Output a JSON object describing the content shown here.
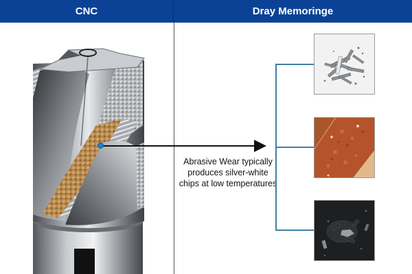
{
  "header": {
    "left_title": "CNC",
    "right_title": "Dray Memoringe"
  },
  "colors": {
    "header_bg": "#0b4296",
    "header_text": "#ffffff",
    "bracket": "#3f7fa6",
    "callout_dot": "#1e7fd0"
  },
  "left_panel": {
    "image": "cnc-end-mill-tool",
    "wear_marker": "blue-dot"
  },
  "callout": {
    "lines": [
      "Abrasive Wear typically",
      "produces silver-white",
      "chips at low temperatures"
    ]
  },
  "chip_samples": [
    {
      "name": "silver-white-chips",
      "description": "Silver metallic chips on white background"
    },
    {
      "name": "copper-oxide-surface",
      "description": "Reddish-brown oxidized surface"
    },
    {
      "name": "black-chips",
      "description": "Dark blackened chips on black background"
    }
  ]
}
